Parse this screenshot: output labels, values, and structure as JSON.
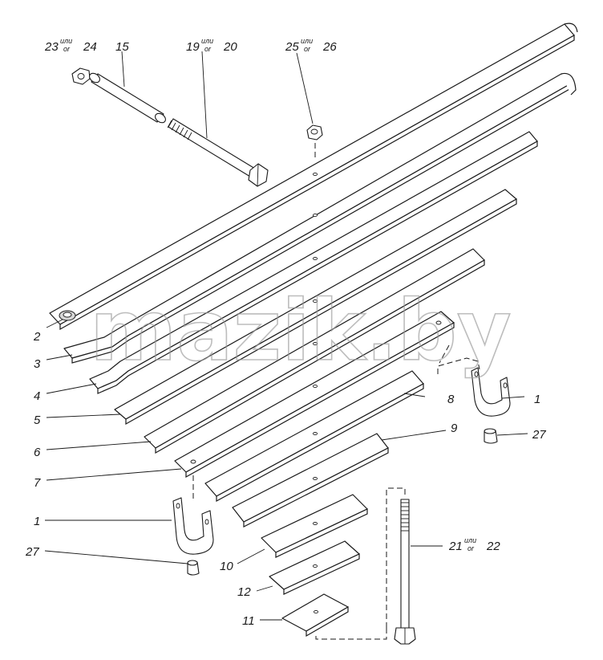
{
  "diagram": {
    "labels": {
      "n1_top": "1",
      "n1_bottom": "1",
      "n2": "2",
      "n3": "3",
      "n4": "4",
      "n5": "5",
      "n6": "6",
      "n7": "7",
      "n8": "8",
      "n9": "9",
      "n10": "10",
      "n11": "11",
      "n12": "12",
      "n15": "15",
      "n27_top": "27",
      "n27_bottom": "27",
      "n23": "23",
      "n24": "24",
      "n19": "19",
      "n20": "20",
      "n25": "25",
      "n26": "26",
      "n21": "21",
      "n22": "22",
      "alt_top": "или",
      "alt_bottom": "or"
    },
    "watermark": "mazik.by"
  }
}
